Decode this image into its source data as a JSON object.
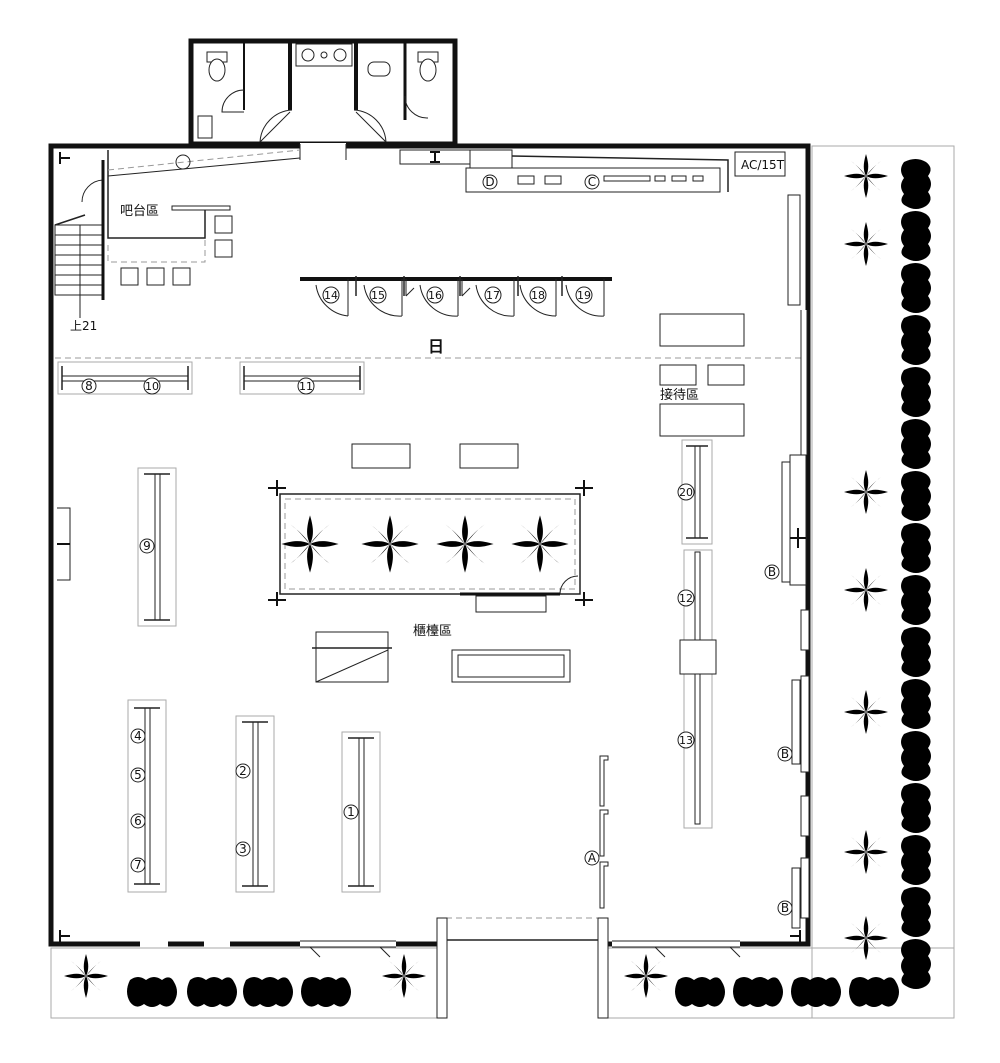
{
  "labels": {
    "bar_area": "吧台區",
    "reception_area": "接待區",
    "counter_area": "櫃檯區",
    "entrance_mark": "日",
    "stair_note": "上21",
    "ac_tag": "AC/15T"
  },
  "circle_markers": {
    "m1": "1",
    "m2": "2",
    "m3": "3",
    "m4": "4",
    "m5": "5",
    "m6": "6",
    "m7": "7",
    "m8": "8",
    "m9": "9",
    "m10": "10",
    "m11": "11",
    "m12": "12",
    "m13": "13",
    "m14": "14",
    "m15": "15",
    "m16": "16",
    "m17": "17",
    "m18": "18",
    "m19": "19",
    "m20": "20",
    "mA": "A",
    "mB1": "B",
    "mB2": "B",
    "mB3": "B",
    "mC": "C",
    "mD": "D"
  },
  "icons": {
    "plant": "plant-symbol-icon",
    "toilet": "toilet-icon",
    "sink": "sink-icon",
    "door": "door-swing-icon"
  }
}
